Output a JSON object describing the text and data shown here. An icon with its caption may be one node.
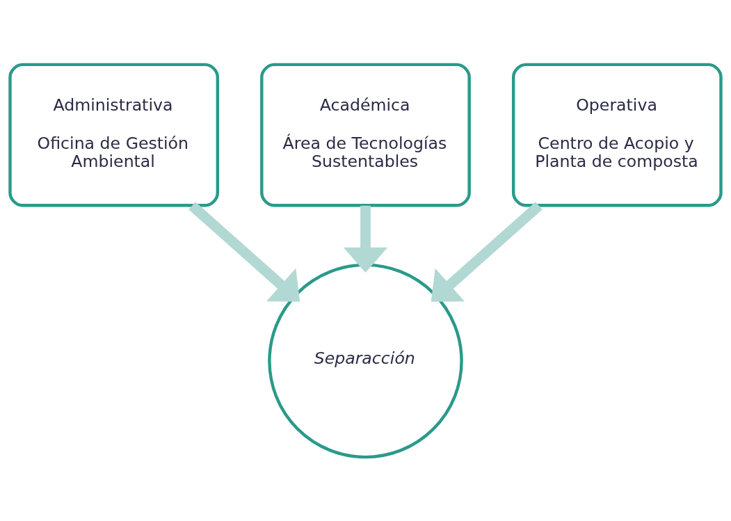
{
  "diagram": {
    "nodes": [
      {
        "text": [
          "Administrativa",
          "Oficina de Gestión Ambiental"
        ]
      },
      {
        "text": [
          "Académica",
          "Área de Tecnologías Sustentables"
        ]
      },
      {
        "text": [
          "Operativa",
          "Centro de Acopio y Planta de composta"
        ]
      },
      {
        "text": [
          "Separacción"
        ]
      }
    ],
    "edges": [
      {
        "from": 0,
        "to": 3,
        "arrow": "to"
      },
      {
        "from": 1,
        "to": 3,
        "arrow": "to"
      },
      {
        "from": 2,
        "to": 3,
        "arrow": "to"
      }
    ]
  }
}
